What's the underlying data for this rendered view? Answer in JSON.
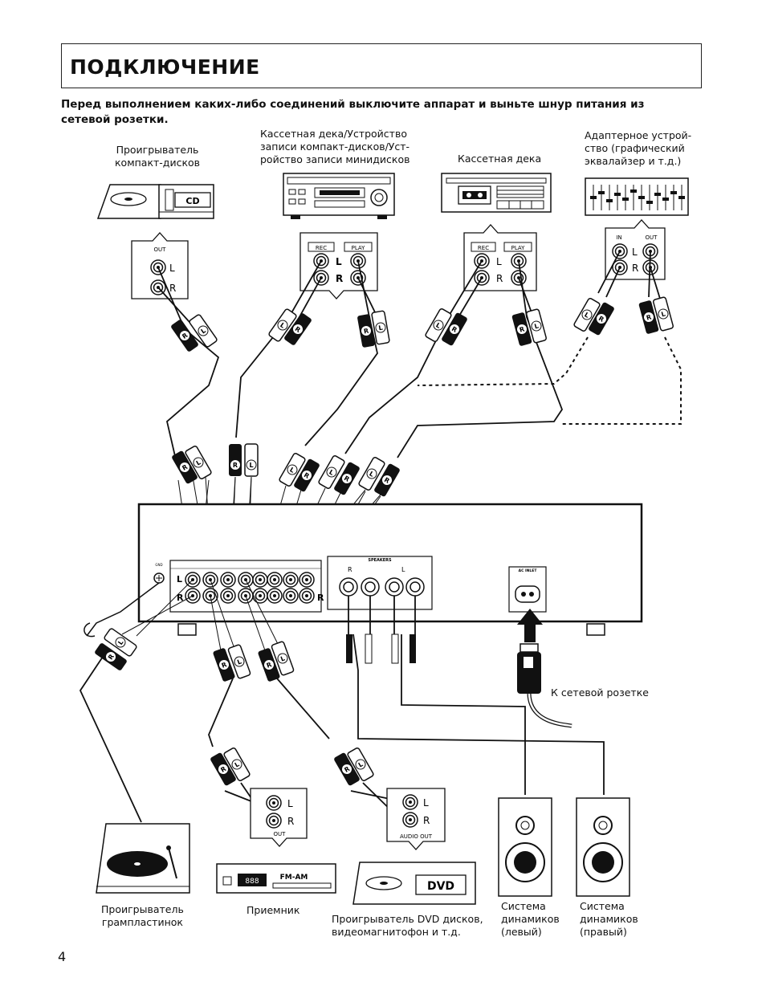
{
  "title": "ПОДКЛЮЧЕНИЕ",
  "warning": "Перед выполнением каких-либо соединений выключите аппарат и выньте шнур питания из сетевой розетки.",
  "page_number": "4",
  "devices": {
    "cd_player": "Проигрыватель\nкомпакт-дисков",
    "recorder": "Кассетная дека/Устройство\nзаписи компакт-дисков/Уст-\nройство записи минидисков",
    "cassette_deck": "Кассетная дека",
    "adapter": "Адаптерное устрой-\nство (графический\nэквалайзер и т.д.)",
    "turntable": "Проигрыватель\nгрампластинок",
    "tuner": "Приемник",
    "dvd": "Проигрыватель DVD дисков,\nвидеомагнитофон и т.д.",
    "speaker_left": "Система\nдинамиков\n(левый)",
    "speaker_right": "Система\nдинамиков\n(правый)",
    "power_outlet": "К сетевой розетке"
  },
  "jacks": {
    "out": "OUT",
    "rec": "REC",
    "play": "PLAY",
    "in": "IN",
    "audio_out": "AUDIO OUT",
    "L": "L",
    "R": "R"
  },
  "panels": {
    "cd_device_badge": "CD",
    "dvd_device_badge": "DVD",
    "tuner_display": "FM-AM",
    "speakers": "SPEAKERS",
    "ac_inlet": "AC INLET"
  }
}
